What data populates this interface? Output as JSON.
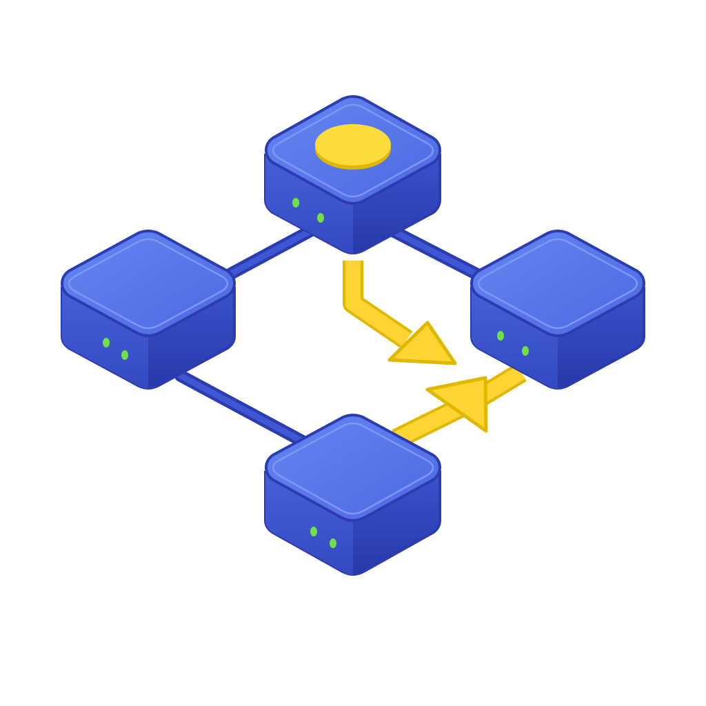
{
  "diagram": {
    "kind": "network-topology",
    "nodes": [
      {
        "id": "top",
        "has_token": true,
        "status_leds": 2
      },
      {
        "id": "left",
        "has_token": false,
        "status_leds": 2
      },
      {
        "id": "right",
        "has_token": false,
        "status_leds": 2
      },
      {
        "id": "bottom",
        "has_token": false,
        "status_leds": 2
      }
    ],
    "links": [
      {
        "from": "top",
        "to": "left"
      },
      {
        "from": "top",
        "to": "right"
      },
      {
        "from": "left",
        "to": "bottom"
      },
      {
        "from": "bottom",
        "to": "right"
      }
    ],
    "flows": [
      {
        "from": "top",
        "toward": "right"
      },
      {
        "from": "bottom",
        "toward": "right"
      }
    ],
    "colors": {
      "node_top": "#5877ea",
      "node_side_left": "#3d55d0",
      "node_side_right": "#2c3fb3",
      "node_outline": "#2a3cb0",
      "link": "#3347c4",
      "token": "#fbdc3a",
      "arrow": "#fcd535",
      "led": "#6fe04a"
    }
  }
}
